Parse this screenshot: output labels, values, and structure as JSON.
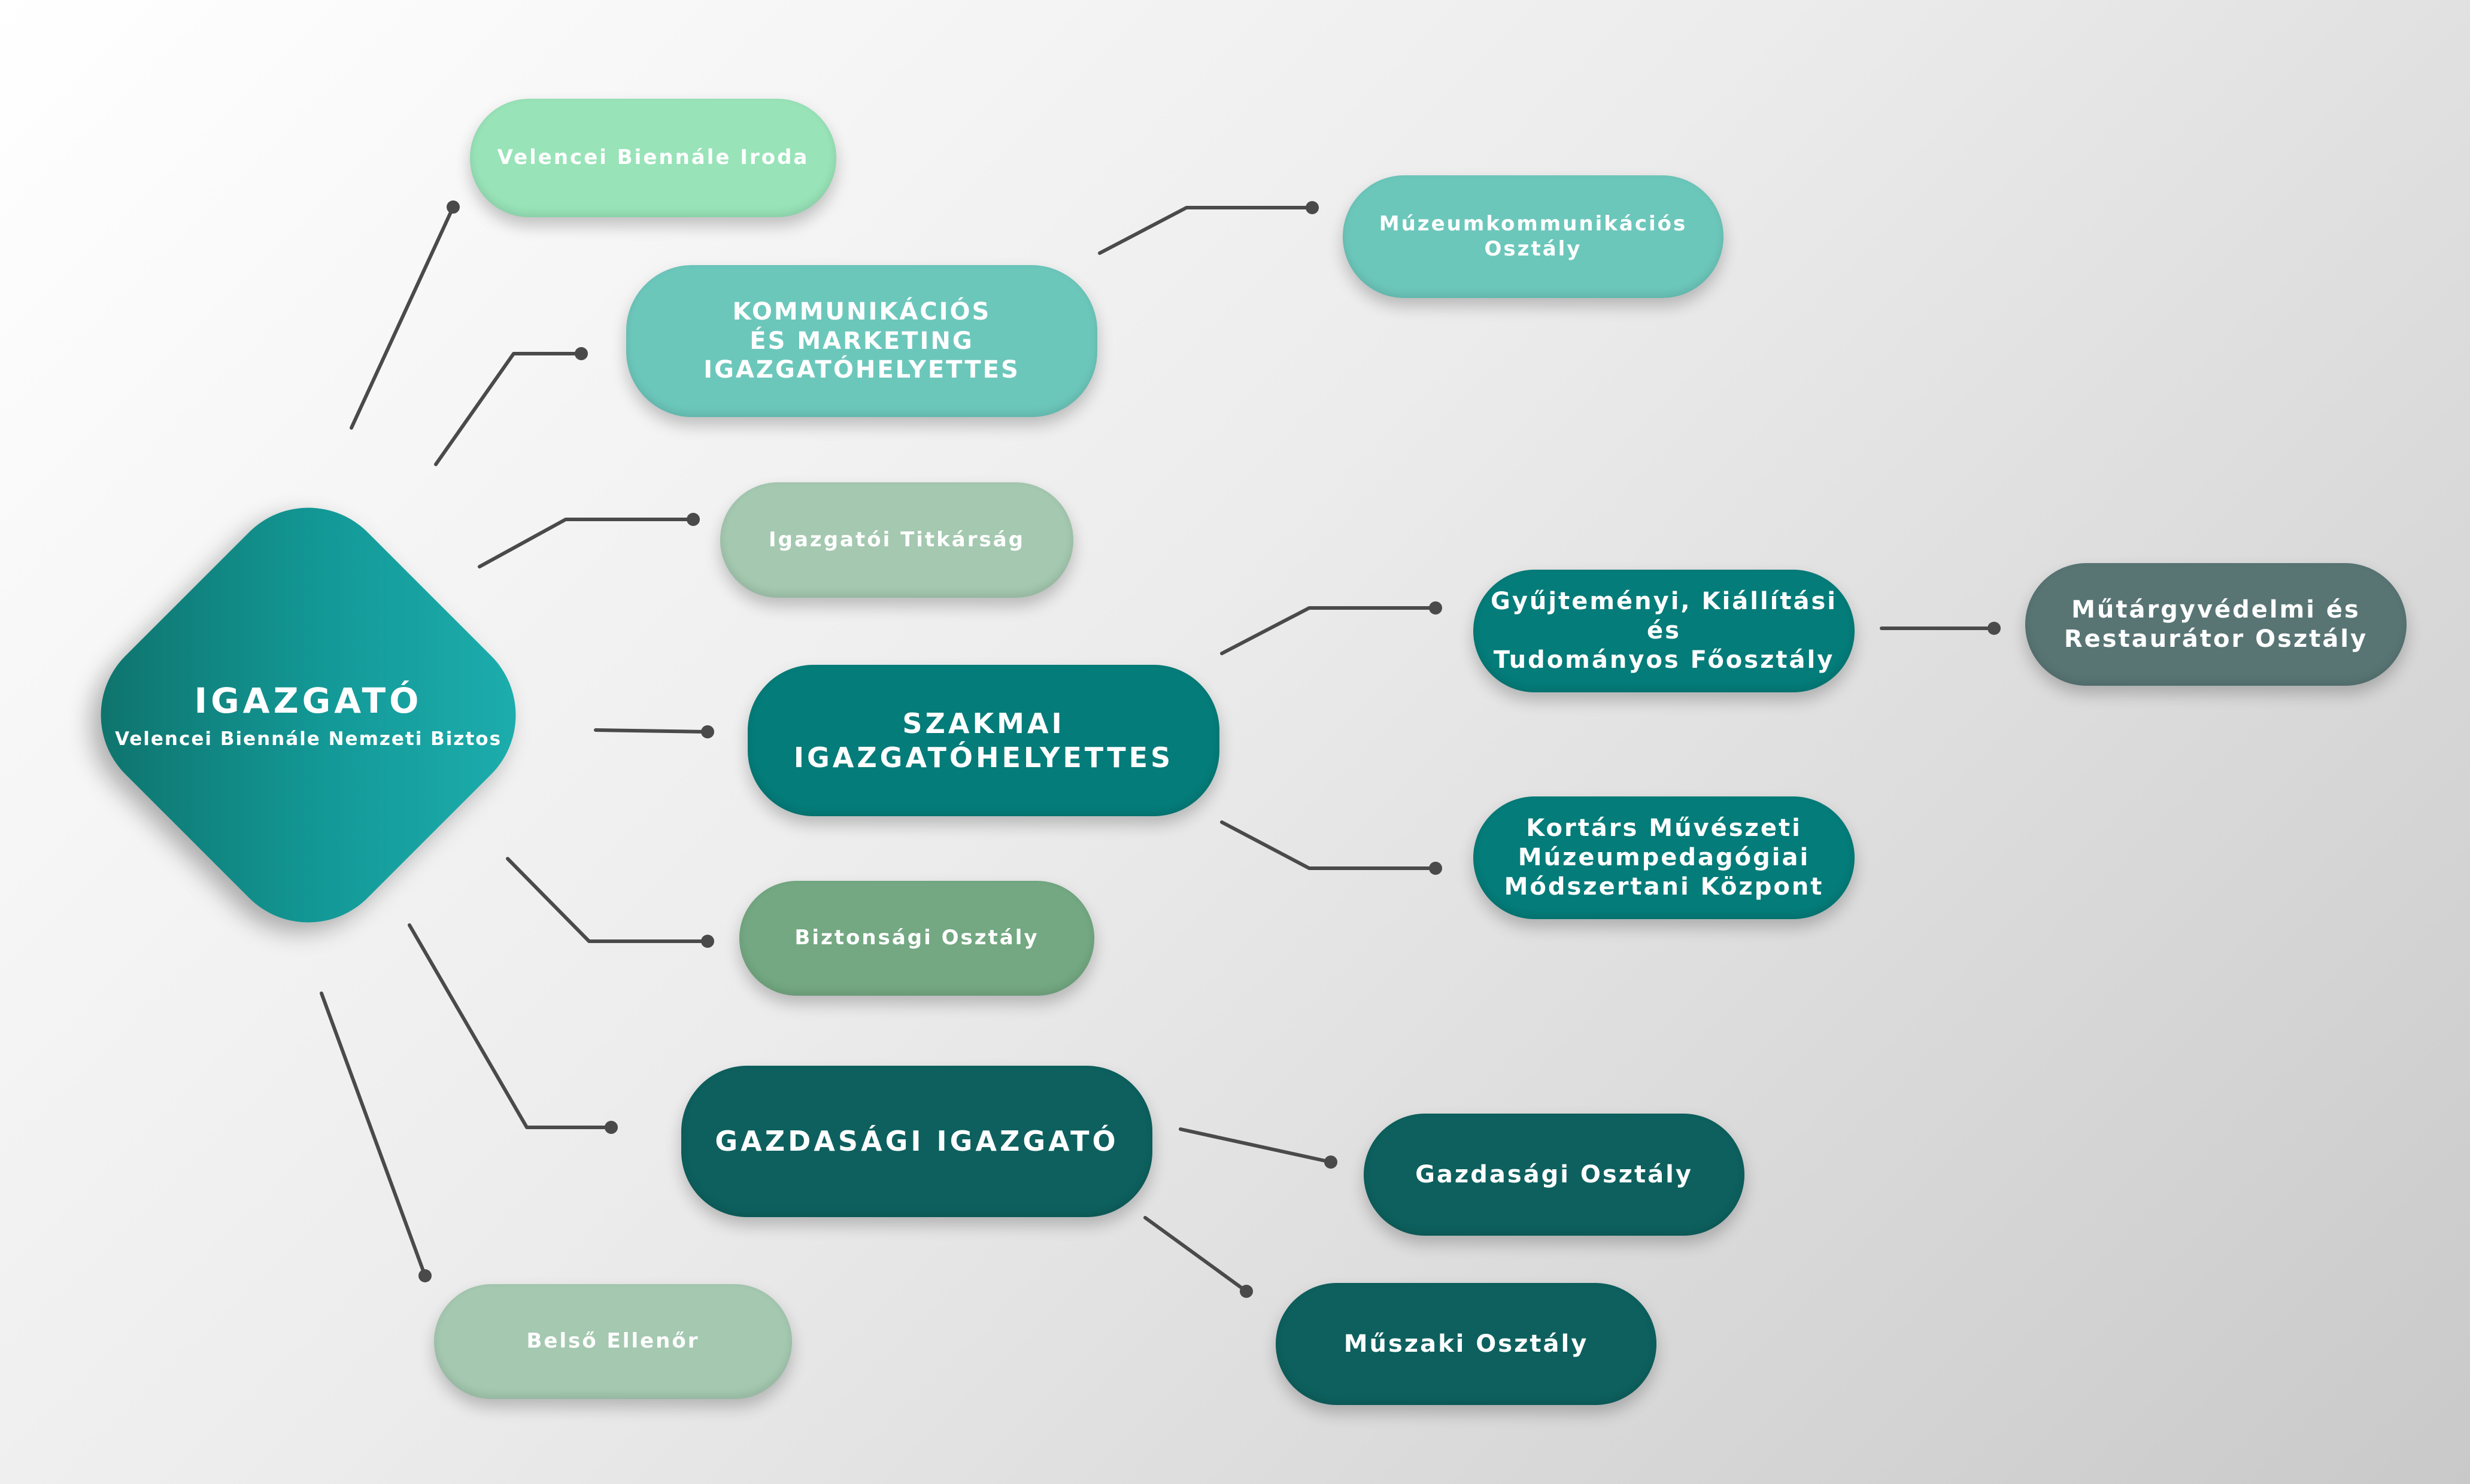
{
  "root": {
    "title": "IGAZGATÓ",
    "subtitle": "Velencei Biennále Nemzeti Biztos"
  },
  "nodes": {
    "velencei_biennale_iroda": "Velencei Biennále Iroda",
    "kommunikacios": [
      "KOMMUNIKÁCIÓS",
      "ÉS MARKETING",
      "IGAZGATÓHELYETTES"
    ],
    "muzeumkommunikacios": [
      "Múzeumkommunikációs",
      "Osztály"
    ],
    "igazgatoi_titkarsag": "Igazgatói Titkárság",
    "szakmai": [
      "SZAKMAI",
      "IGAZGATÓHELYETTES"
    ],
    "gyujtemenyi": [
      "Gyűjteményi, Kiállítási és",
      "Tudományos Főosztály"
    ],
    "mutargyvedelmi": [
      "Műtárgyvédelmi és",
      "Restaurátor Osztály"
    ],
    "kortars": [
      "Kortárs Művészeti",
      "Múzeumpedagógiai",
      "Módszertani Központ"
    ],
    "biztonsagi": "Biztonsági Osztály",
    "gazdasagi_igazgato": "GAZDASÁGI IGAZGATÓ",
    "gazdasagi_osztaly": "Gazdasági Osztály",
    "muszaki": "Műszaki Osztály",
    "belso_ellenor": "Belső Ellenőr"
  },
  "colors": {
    "light_green": "#98e3b8",
    "light_teal": "#6cc7bb",
    "sage": "#a4c8b0",
    "moss": "#73a882",
    "teal": "#047c79",
    "dark_teal": "#0d605e",
    "slate": "#587574",
    "connector": "#4a4a4a"
  }
}
